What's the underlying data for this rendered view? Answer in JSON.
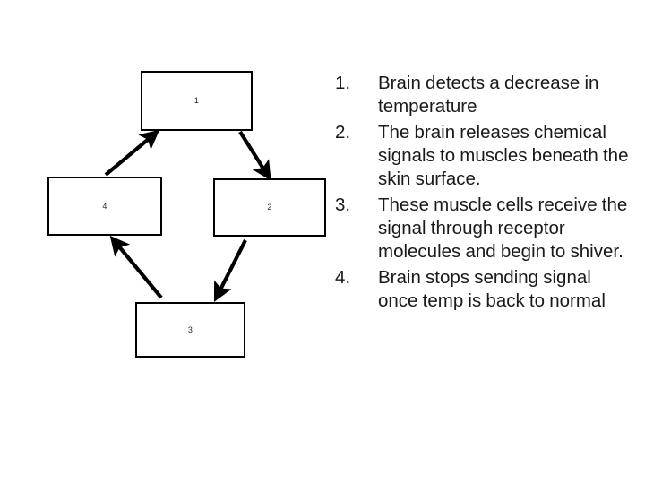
{
  "slide": {
    "background_color": "#ffffff",
    "text_color": "#1a1a1a",
    "outline_color": "#000000"
  },
  "diagram": {
    "type": "cycle-flowchart",
    "nodes": [
      {
        "id": "1",
        "label": "1",
        "position": "top"
      },
      {
        "id": "2",
        "label": "2",
        "position": "right"
      },
      {
        "id": "3",
        "label": "3",
        "position": "bottom"
      },
      {
        "id": "4",
        "label": "4",
        "position": "left"
      }
    ],
    "edges": [
      {
        "from": "1",
        "to": "2",
        "direction": "down-right"
      },
      {
        "from": "2",
        "to": "3",
        "direction": "down-left"
      },
      {
        "from": "3",
        "to": "4",
        "direction": "up-left"
      },
      {
        "from": "4",
        "to": "1",
        "direction": "up-right"
      }
    ]
  },
  "steps": {
    "items": [
      {
        "number": "1.",
        "text": "Brain detects a decrease in temperature"
      },
      {
        "number": "2.",
        "text": "The brain releases chemical signals to muscles beneath the skin surface."
      },
      {
        "number": "3.",
        "text": "These muscle cells receive the signal through receptor molecules and begin to shiver."
      },
      {
        "number": "4.",
        "text": "Brain stops sending signal once temp is back to normal"
      }
    ]
  }
}
